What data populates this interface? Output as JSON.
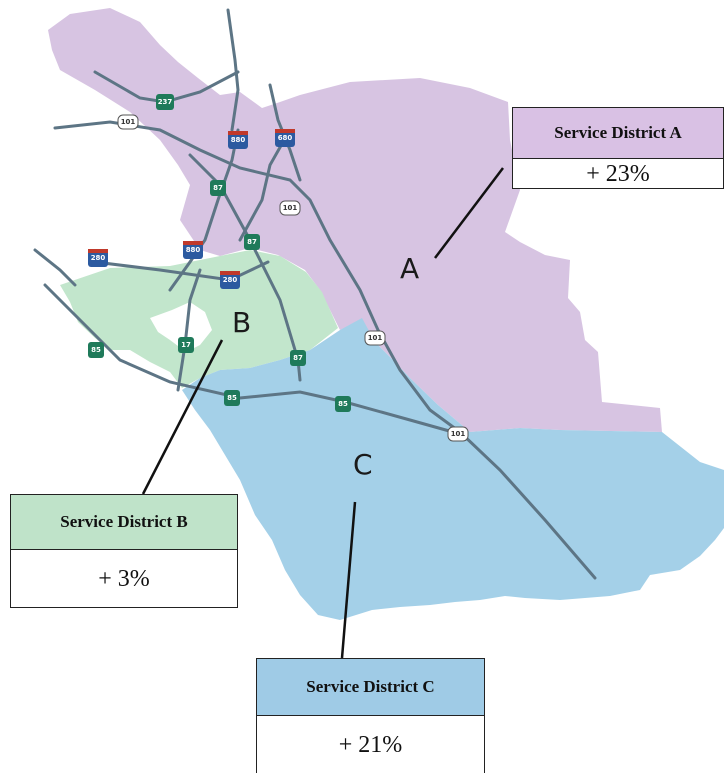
{
  "map": {
    "districts": [
      {
        "id": "A",
        "letter": "A",
        "color": "#d7c4e2"
      },
      {
        "id": "B",
        "letter": "B",
        "color": "#c2e6cc"
      },
      {
        "id": "C",
        "letter": "C",
        "color": "#a4d0e8"
      }
    ],
    "highways": {
      "interstate": [
        "237",
        "880",
        "680",
        "280",
        "880",
        "280"
      ],
      "us": [
        "101",
        "101",
        "101",
        "101"
      ],
      "state": [
        "87",
        "87",
        "17",
        "85",
        "87",
        "85",
        "85"
      ]
    },
    "colors": {
      "road": "#5d7585",
      "interstate_shield": "#2c5aa0",
      "state_shield": "#1f7a5a",
      "us_shield": "#ffffff"
    }
  },
  "callouts": {
    "a": {
      "title": "Service District A",
      "value": "+ 23%",
      "color": "#d9c1e4"
    },
    "b": {
      "title": "Service District B",
      "value": "+ 3%",
      "color": "#bfe3c9"
    },
    "c": {
      "title": "Service District C",
      "value": "+ 21%",
      "color": "#9fcbe6"
    }
  }
}
